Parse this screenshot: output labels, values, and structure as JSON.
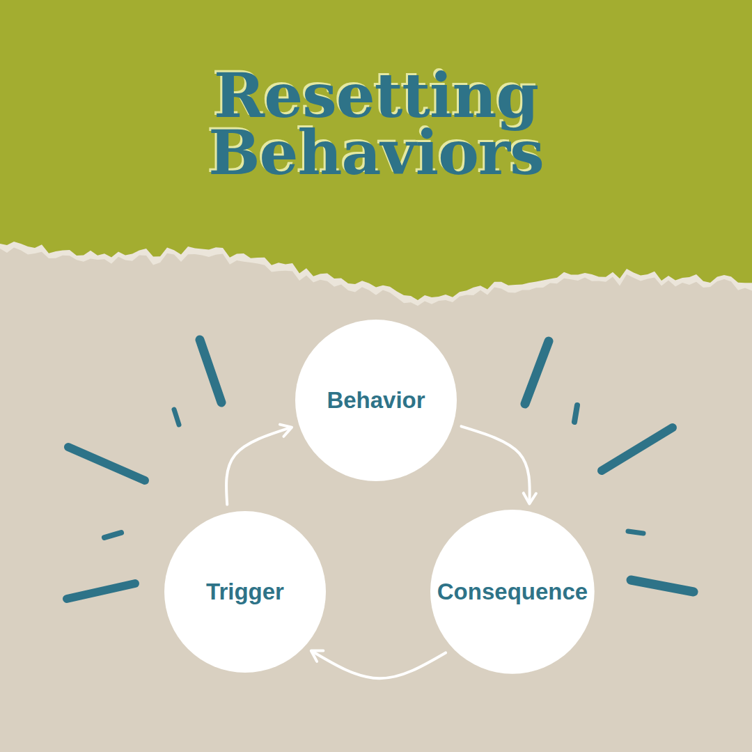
{
  "diagram": {
    "title": "Resetting Behaviors",
    "nodes": [
      {
        "text": [
          "Behavior"
        ]
      },
      {
        "text": [
          "Trigger"
        ]
      },
      {
        "text": [
          "Consequence"
        ]
      }
    ],
    "edges": [
      {
        "from": 0,
        "to": 2,
        "arrow": "to"
      },
      {
        "from": 2,
        "to": 1,
        "arrow": "to"
      },
      {
        "from": 1,
        "to": 0,
        "arrow": "to"
      }
    ]
  }
}
